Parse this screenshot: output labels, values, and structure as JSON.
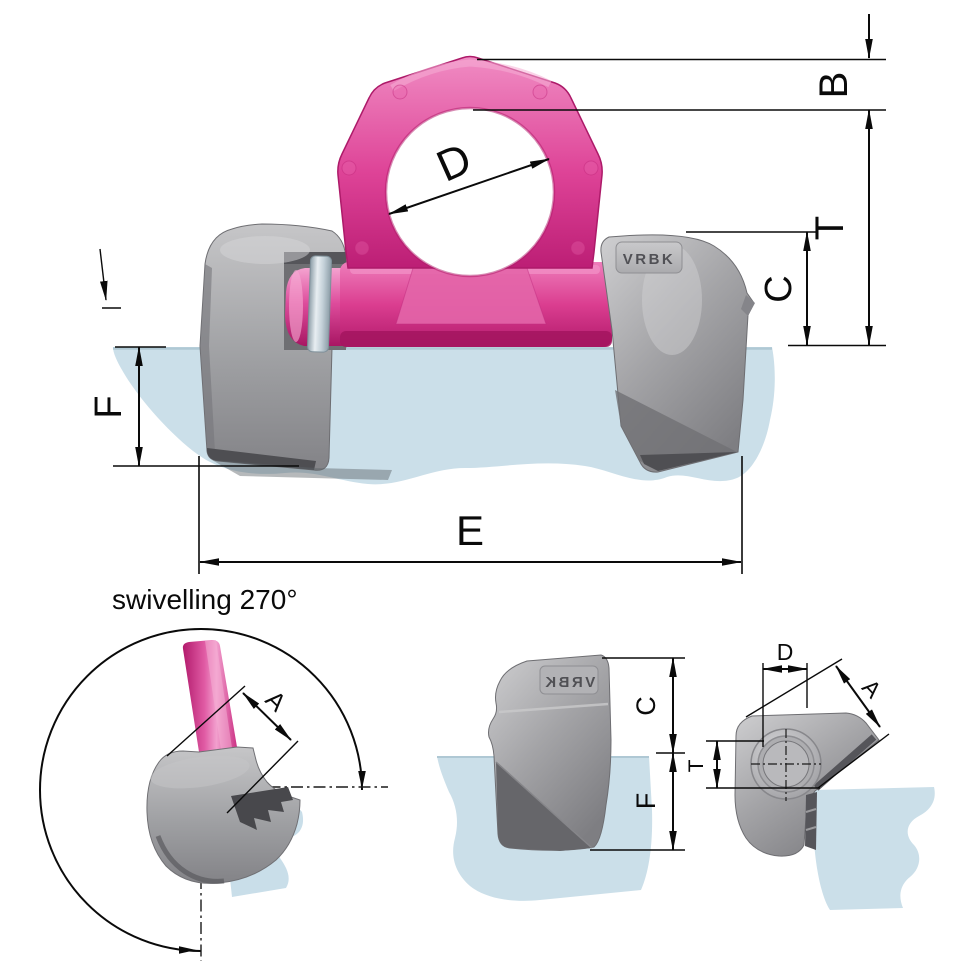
{
  "brand": "VRBK",
  "front_view": {
    "logo": "VRBK",
    "dim_b": "B",
    "dim_t": "T",
    "dim_c": "C",
    "dim_d": "D",
    "dim_e": "E",
    "dim_f": "F"
  },
  "swivel_view": {
    "caption": "swivelling 270°",
    "dim_a": "A"
  },
  "side_view": {
    "logo": "VRBK",
    "dim_c": "C",
    "dim_f": "F"
  },
  "top_view": {
    "dim_d": "D",
    "dim_a": "A",
    "dim_t": "T"
  },
  "colors": {
    "pink": "#DE4397",
    "pink_dark": "#A3155F",
    "pink_light": "#F293C7",
    "gray": "#9B9B9E",
    "gray_dark": "#55555A",
    "gray_light": "#C8C8CA",
    "plate_blue": "#CBDFE9",
    "steel": "#C3D0D8",
    "line": "#0A0A0A",
    "background": "#FFFFFF"
  }
}
